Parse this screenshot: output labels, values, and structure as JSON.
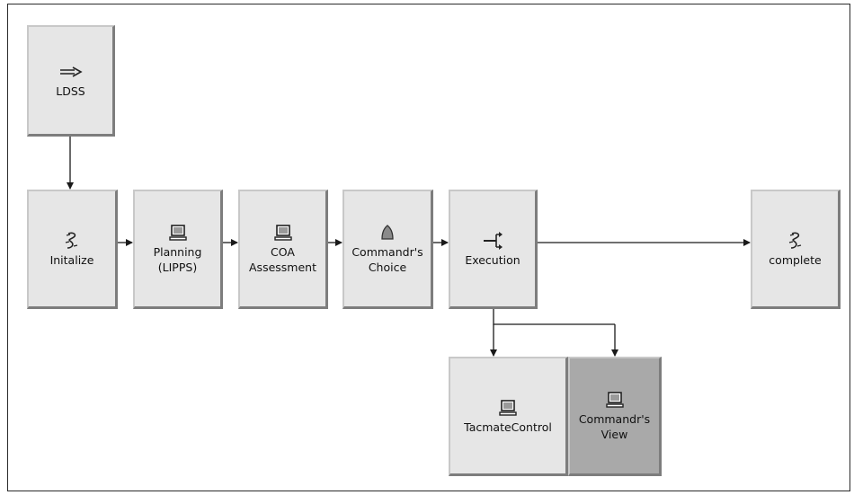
{
  "nodes": {
    "ldss": {
      "label": "LDSS",
      "icon": "arrow-right-icon"
    },
    "initalize": {
      "label": "Initalize",
      "icon": "script-icon"
    },
    "planning": {
      "label": "Planning\n(LIPPS)",
      "icon": "computer-icon"
    },
    "coa": {
      "label": "COA\nAssessment",
      "icon": "computer-icon"
    },
    "choice": {
      "label": "Commandr's\nChoice",
      "icon": "person-icon"
    },
    "execution": {
      "label": "Execution",
      "icon": "branch-arrow-icon"
    },
    "complete": {
      "label": "complete",
      "icon": "script-icon"
    },
    "tacmate": {
      "label": "TacmateControl",
      "icon": "computer-icon"
    },
    "view": {
      "label": "Commandr's\nView",
      "icon": "computer-icon"
    }
  },
  "colors": {
    "node_fill": "#e6e6e6",
    "node_selected_fill": "#a9a9a9",
    "wire": "#1a1a1a"
  }
}
